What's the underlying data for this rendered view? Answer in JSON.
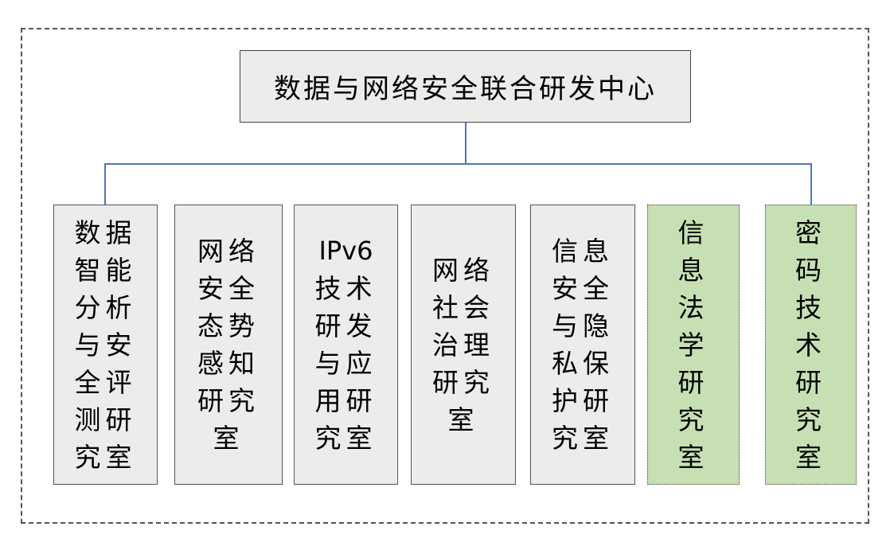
{
  "diagram": {
    "type": "org-chart",
    "root": {
      "label": "数据与网络安全联合研发中心"
    },
    "colors": {
      "connector": "#4a76c0",
      "node_default_fill": "#ececec",
      "node_highlight_fill": "#c6e0b4",
      "frame_border": "#555555"
    },
    "children": [
      {
        "label": "数据智能分析与安全评测研究室",
        "rows": [
          "数据",
          "智能",
          "分析",
          "与安",
          "全评",
          "测研",
          "究室"
        ],
        "style": "gray"
      },
      {
        "label": "网络安全态势感知研究室",
        "rows": [
          "网络",
          "安全",
          "态势",
          "感知",
          "研究",
          "室"
        ],
        "style": "gray"
      },
      {
        "label": "IPv6技术研发与应用研究室",
        "rows": [
          "IPv6",
          "技术",
          "研发",
          "与应",
          "用研",
          "究室"
        ],
        "style": "gray"
      },
      {
        "label": "网络社会治理研究室",
        "rows": [
          "网络",
          "社会",
          "治理",
          "研究",
          "室"
        ],
        "style": "gray"
      },
      {
        "label": "信息安全与隐私保护研究室",
        "rows": [
          "信息",
          "安全",
          "与隐",
          "私保",
          "护研",
          "究室"
        ],
        "style": "gray"
      },
      {
        "label": "信息法学研究室",
        "rows": [
          "信",
          "息",
          "法",
          "学",
          "研",
          "究",
          "室"
        ],
        "style": "green"
      },
      {
        "label": "密码技术研究室",
        "rows": [
          "密",
          "码",
          "技",
          "术",
          "研",
          "究",
          "室"
        ],
        "style": "green"
      }
    ]
  }
}
